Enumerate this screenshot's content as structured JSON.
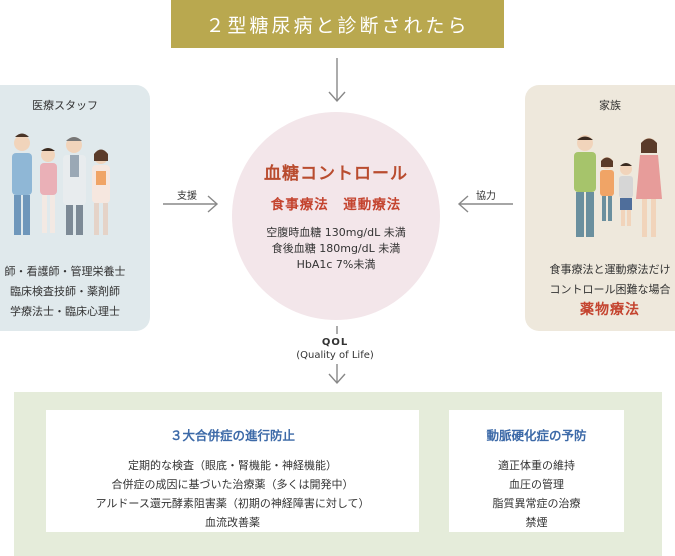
{
  "banner": {
    "title": "２型糖尿病と診断されたら"
  },
  "staff": {
    "title": "医療スタッフ",
    "lines": [
      "師・看護師・管理栄養士",
      "臨床検査技師・薬剤師",
      "学療法士・臨床心理士"
    ]
  },
  "family": {
    "title": "家族",
    "lines": [
      "食事療法と運動療法だけ",
      "コントロール困難な場合"
    ],
    "emphasis": "薬物療法"
  },
  "arrows": {
    "support": "支援",
    "cooperation": "協力"
  },
  "center": {
    "title": "血糖コントロール",
    "subtitle": "食事療法　運動療法",
    "lines": [
      "空腹時血糖 130mg/dL 未満",
      "食後血糖 180mg/dL 未満",
      "HbA1c 7%未満"
    ]
  },
  "qol": {
    "title": "QOL",
    "subtitle": "(Quality of Life)"
  },
  "complications": {
    "title": "３大合併症の進行防止",
    "lines": [
      "定期的な検査（眼底・腎機能・神経機能）",
      "合併症の成因に基づいた治療薬（多くは開発中）",
      "アルドース還元酵素阻害薬（初期の神経障害に対して）",
      "血流改善薬"
    ]
  },
  "arteriosclerosis": {
    "title": "動脈硬化症の予防",
    "lines": [
      "適正体重の維持",
      "血圧の管理",
      "脂質異常症の治療",
      "禁煙"
    ]
  },
  "colors": {
    "banner": "#b9a84f",
    "center_title": "#b94c2f",
    "emphasis": "#c4442f",
    "card_title": "#3d6aa8",
    "panel_bg": "#e5ecda"
  }
}
